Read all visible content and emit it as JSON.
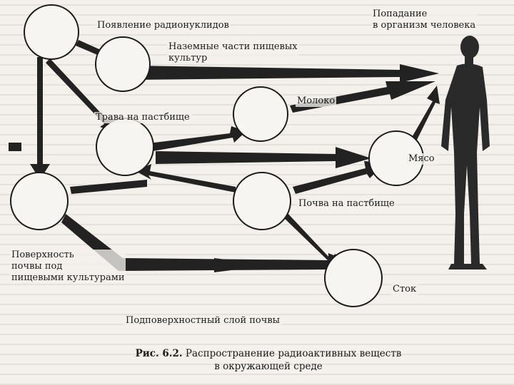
{
  "colors": {
    "paper": "#f4f1ec",
    "ink": "#1c1c1c",
    "ghost_text": "#c9c5bd"
  },
  "nodes": {
    "radionuclides": "Появление радионуклидов",
    "crop_parts": "Наземные части пищевых\nкультур",
    "milk": "Молоко",
    "pasture_grass": "Трава на пастбище",
    "meat": "Мясо",
    "pasture_soil": "Почва на пастбище",
    "crop_soil_surface": "Поверхность\nпочвы под\nпищевыми культурами",
    "runoff": "Сток",
    "subsoil": "Подповерхностный слой почвы",
    "human_intake": "Попадание\nв организм человека"
  },
  "caption": {
    "figure_number": "Рис. 6.2.",
    "text": "Распространение радиоактивных веществ\nв окружающей среде"
  },
  "icons": {
    "human": "human-figure-icon"
  }
}
